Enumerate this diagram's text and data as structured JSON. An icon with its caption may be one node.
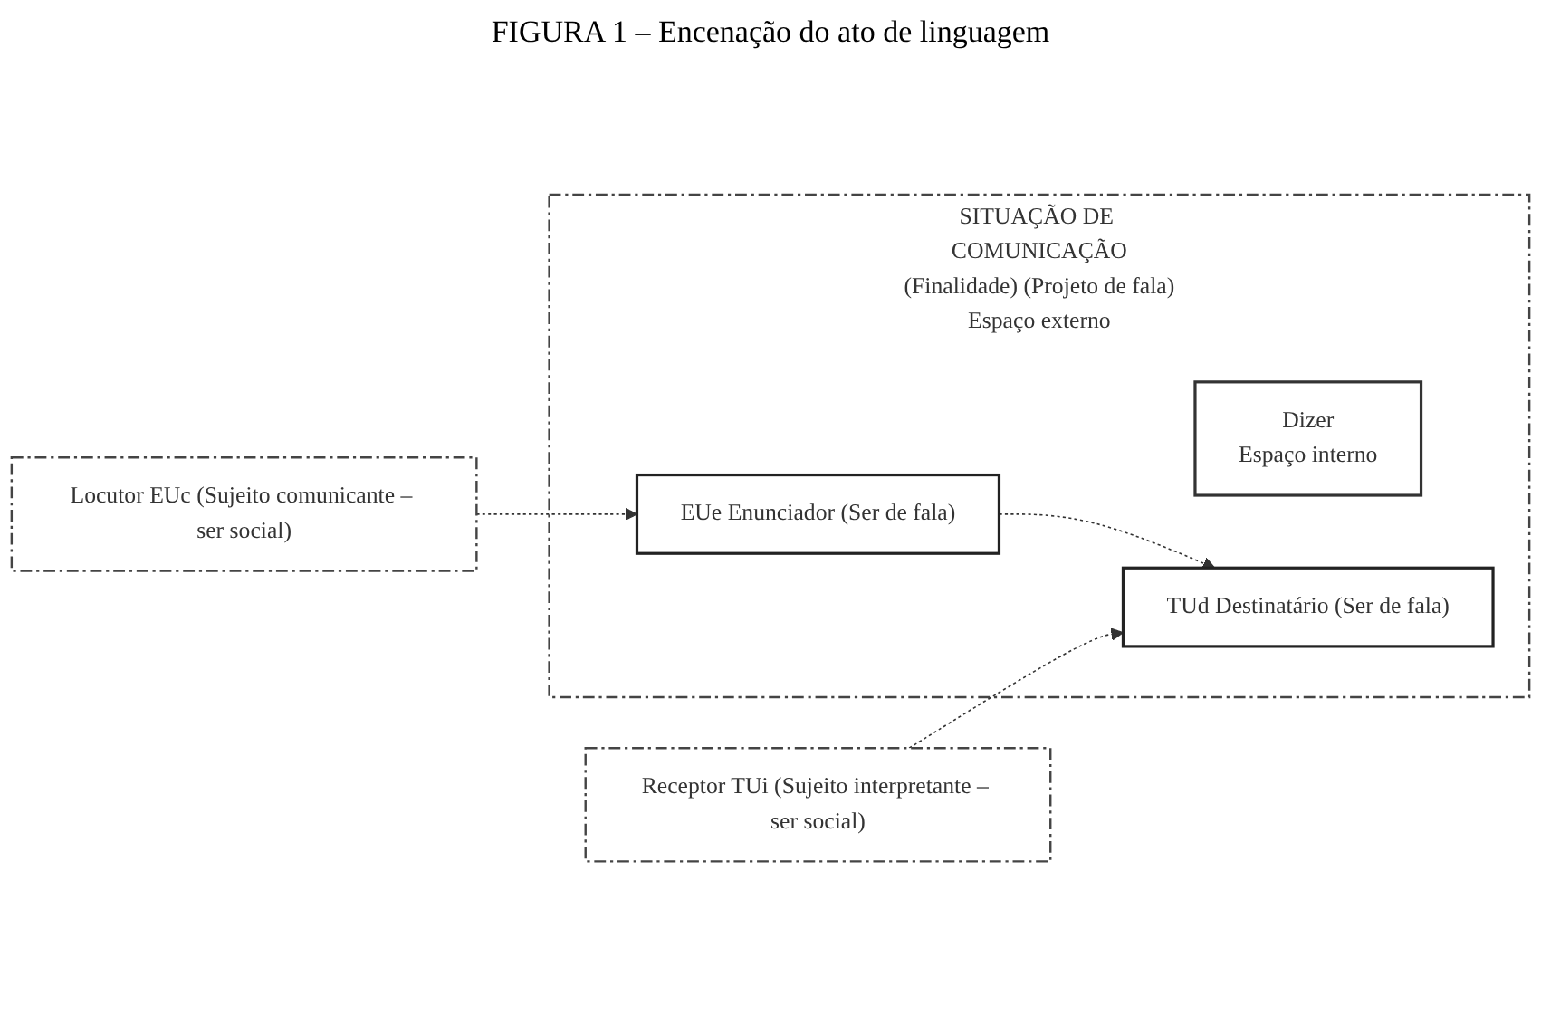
{
  "diagram": {
    "title": "FIGURA 1 – Encenação do ato de linguagem",
    "nodes": [
      {
        "text": [
          "SITUAÇÃO DE COMUNICAÇÃO",
          "(Finalidade) (Projeto de fala)",
          "Espaço externo"
        ]
      },
      {
        "text": [
          "Dizer",
          "Espaço interno"
        ],
        "in": 0
      },
      {
        "text": [
          "Locutor EUc (Sujeito comunicante – ser social)"
        ]
      },
      {
        "text": [
          "EUe Enunciador (Ser de fala)"
        ],
        "in": 0
      },
      {
        "text": [
          "TUd Destinatário (Ser de fala)"
        ],
        "in": 0
      },
      {
        "text": [
          "Receptor TUi (Sujeito interpretante – ser social)"
        ]
      }
    ],
    "edges": [
      {
        "from": 2,
        "to": 3,
        "arrow": "to",
        "style": "dashed"
      },
      {
        "from": 3,
        "to": 4,
        "arrow": "to",
        "style": "dashed"
      },
      {
        "from": 5,
        "to": 4,
        "arrow": "to",
        "style": "dashed"
      }
    ]
  }
}
